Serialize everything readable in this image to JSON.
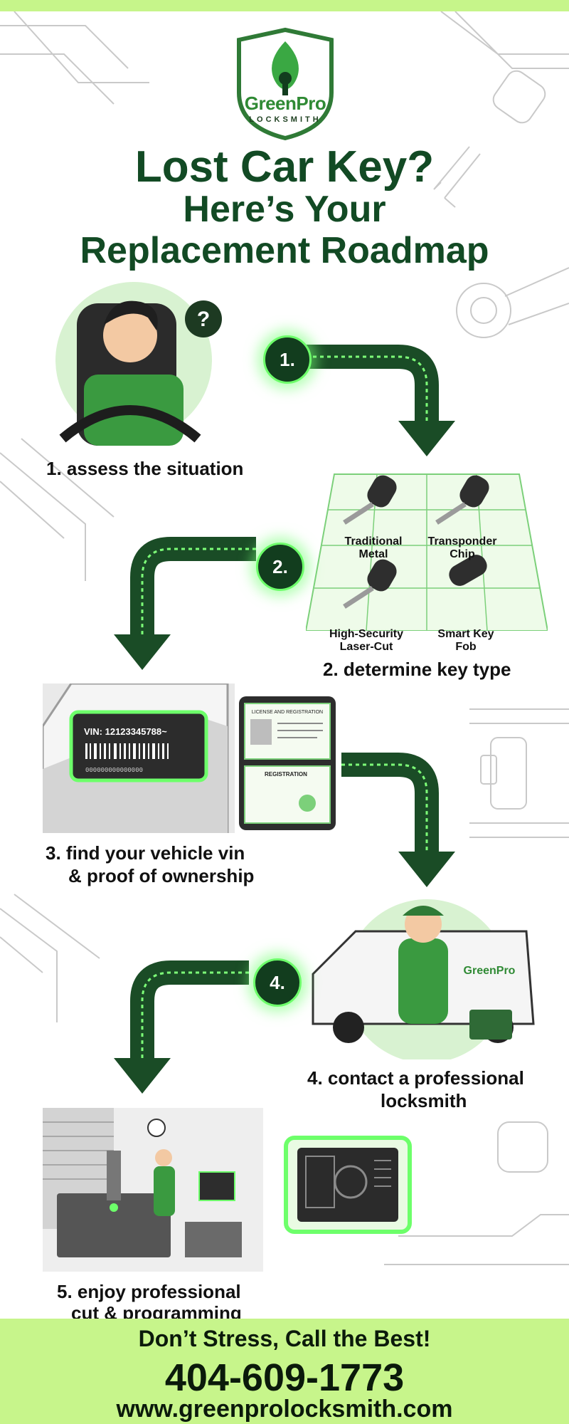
{
  "brand": {
    "name": "GreenPro",
    "sub": "LOCKSMITH"
  },
  "title": {
    "line1": "Lost Car Key?",
    "line2": "Here’s Your",
    "line3": "Replacement Roadmap"
  },
  "steps": [
    {
      "badge": "1.",
      "label": "1. assess the situation"
    },
    {
      "badge": "2.",
      "label": "2. determine key type"
    },
    {
      "badge": "",
      "label_line1": "3. find your vehicle vin",
      "label_line2": "& proof of ownership"
    },
    {
      "badge": "4.",
      "label_line1": "4. contact a professional",
      "label_line2": "locksmith"
    },
    {
      "badge": "",
      "label_line1": "5. enjoy professional",
      "label_line2": "cut & programming"
    }
  ],
  "key_types": [
    {
      "line1": "Traditional",
      "line2": "Metal"
    },
    {
      "line1": "Transponder",
      "line2": "Chip"
    },
    {
      "line1": "High-Security",
      "line2": "Laser-Cut"
    },
    {
      "line1": "Smart Key",
      "line2": "Fob"
    }
  ],
  "vin_plate": {
    "text": "VIN: 12123345788~",
    "barcode_text": "000000000000000"
  },
  "documents": {
    "top": "LICENSE AND REGISTRATION",
    "bottom": "REGISTRATION"
  },
  "footer": {
    "tagline": "Don’t Stress, Call the Best!",
    "phone": "404-609-1773",
    "website": "www.greenprolocksmith.com"
  },
  "colors": {
    "accent": "#c7f58b",
    "dark_green": "#124a24",
    "badge": "#123d1e",
    "glow": "#6dff6a"
  }
}
